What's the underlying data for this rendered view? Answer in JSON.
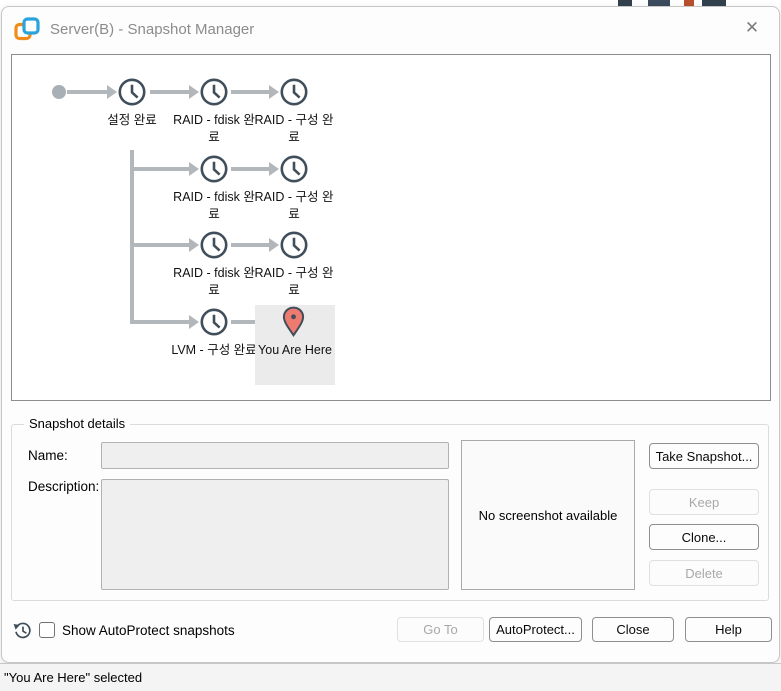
{
  "window": {
    "title": "Server(B) - Snapshot Manager",
    "close_icon": "✕"
  },
  "tree": {
    "rows": [
      {
        "nodes": [
          {
            "type": "clock",
            "label": "설정 완료"
          },
          {
            "type": "clock",
            "label": "RAID - fdisk 완료"
          },
          {
            "type": "clock",
            "label": "RAID - 구성 완료"
          }
        ]
      },
      {
        "nodes": [
          {
            "type": "clock",
            "label": "RAID - fdisk 완료"
          },
          {
            "type": "clock",
            "label": "RAID - 구성 완료"
          }
        ]
      },
      {
        "nodes": [
          {
            "type": "clock",
            "label": "RAID - fdisk 완료"
          },
          {
            "type": "clock",
            "label": "RAID - 구성 완료"
          }
        ]
      },
      {
        "nodes": [
          {
            "type": "clock",
            "label": "LVM - 구성 완료"
          },
          {
            "type": "pin",
            "label": "You Are Here",
            "selected": true
          }
        ]
      }
    ]
  },
  "details": {
    "group_title": "Snapshot details",
    "name_label": "Name:",
    "name_value": "",
    "description_label": "Description:",
    "description_value": "",
    "screenshot_placeholder": "No screenshot available"
  },
  "buttons": {
    "take_snapshot": "Take Snapshot...",
    "keep": "Keep",
    "clone": "Clone...",
    "delete": "Delete",
    "go_to": "Go To",
    "autoprotect": "AutoProtect...",
    "close": "Close",
    "help": "Help"
  },
  "footer": {
    "show_autoprotect_label": "Show AutoProtect snapshots",
    "checkbox_checked": false
  },
  "status_bar": {
    "text": "\"You Are Here\" selected"
  },
  "colors": {
    "icon_stroke": "#3f4e5a",
    "arrow": "#b1b7bb",
    "pin_fill": "#ee7b70",
    "selection_bg": "#ebebeb",
    "vmware_orange": "#f08c1b",
    "vmware_blue": "#28a3dc"
  }
}
